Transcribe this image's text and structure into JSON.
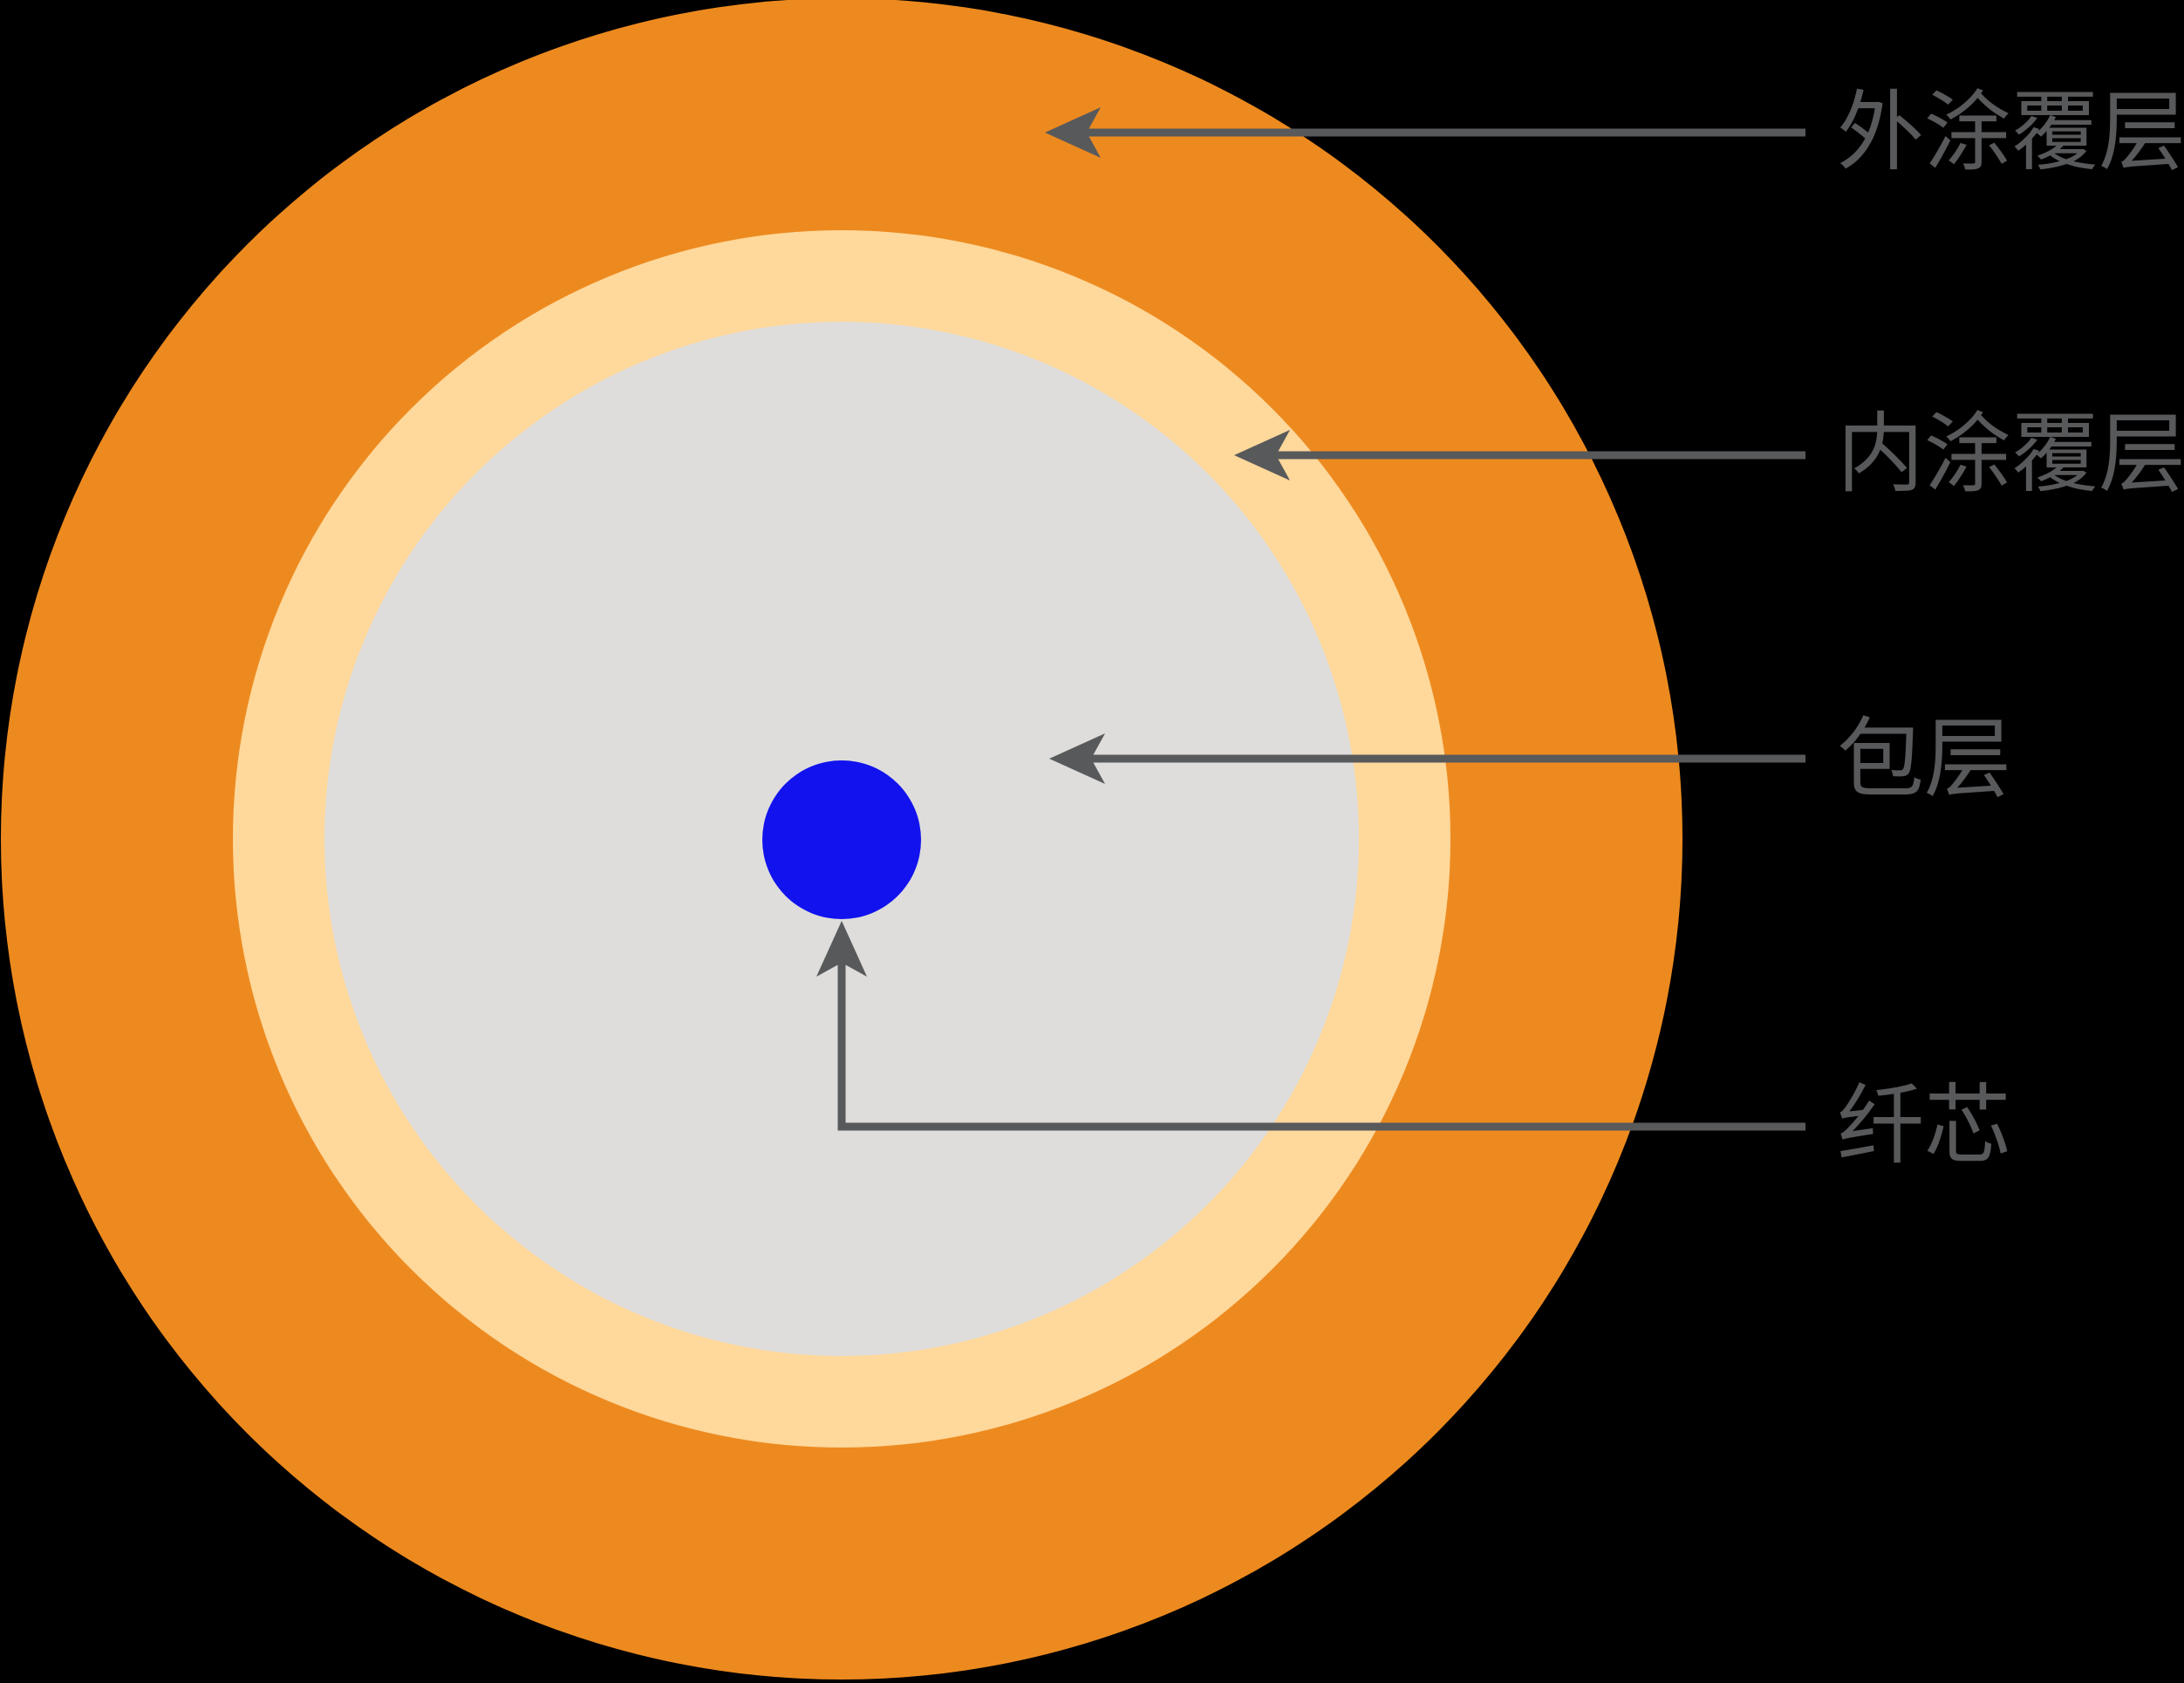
{
  "colors": {
    "background": "#000000",
    "outer_coating": "#ed8a1f",
    "inner_coating": "#ffd89b",
    "cladding": "#dedddb",
    "core": "#1212ee",
    "annotation": "#58595b"
  },
  "labels": {
    "outer_coating": "外涂覆层",
    "inner_coating": "内涂覆层",
    "cladding": "包层",
    "core": "纤芯"
  }
}
